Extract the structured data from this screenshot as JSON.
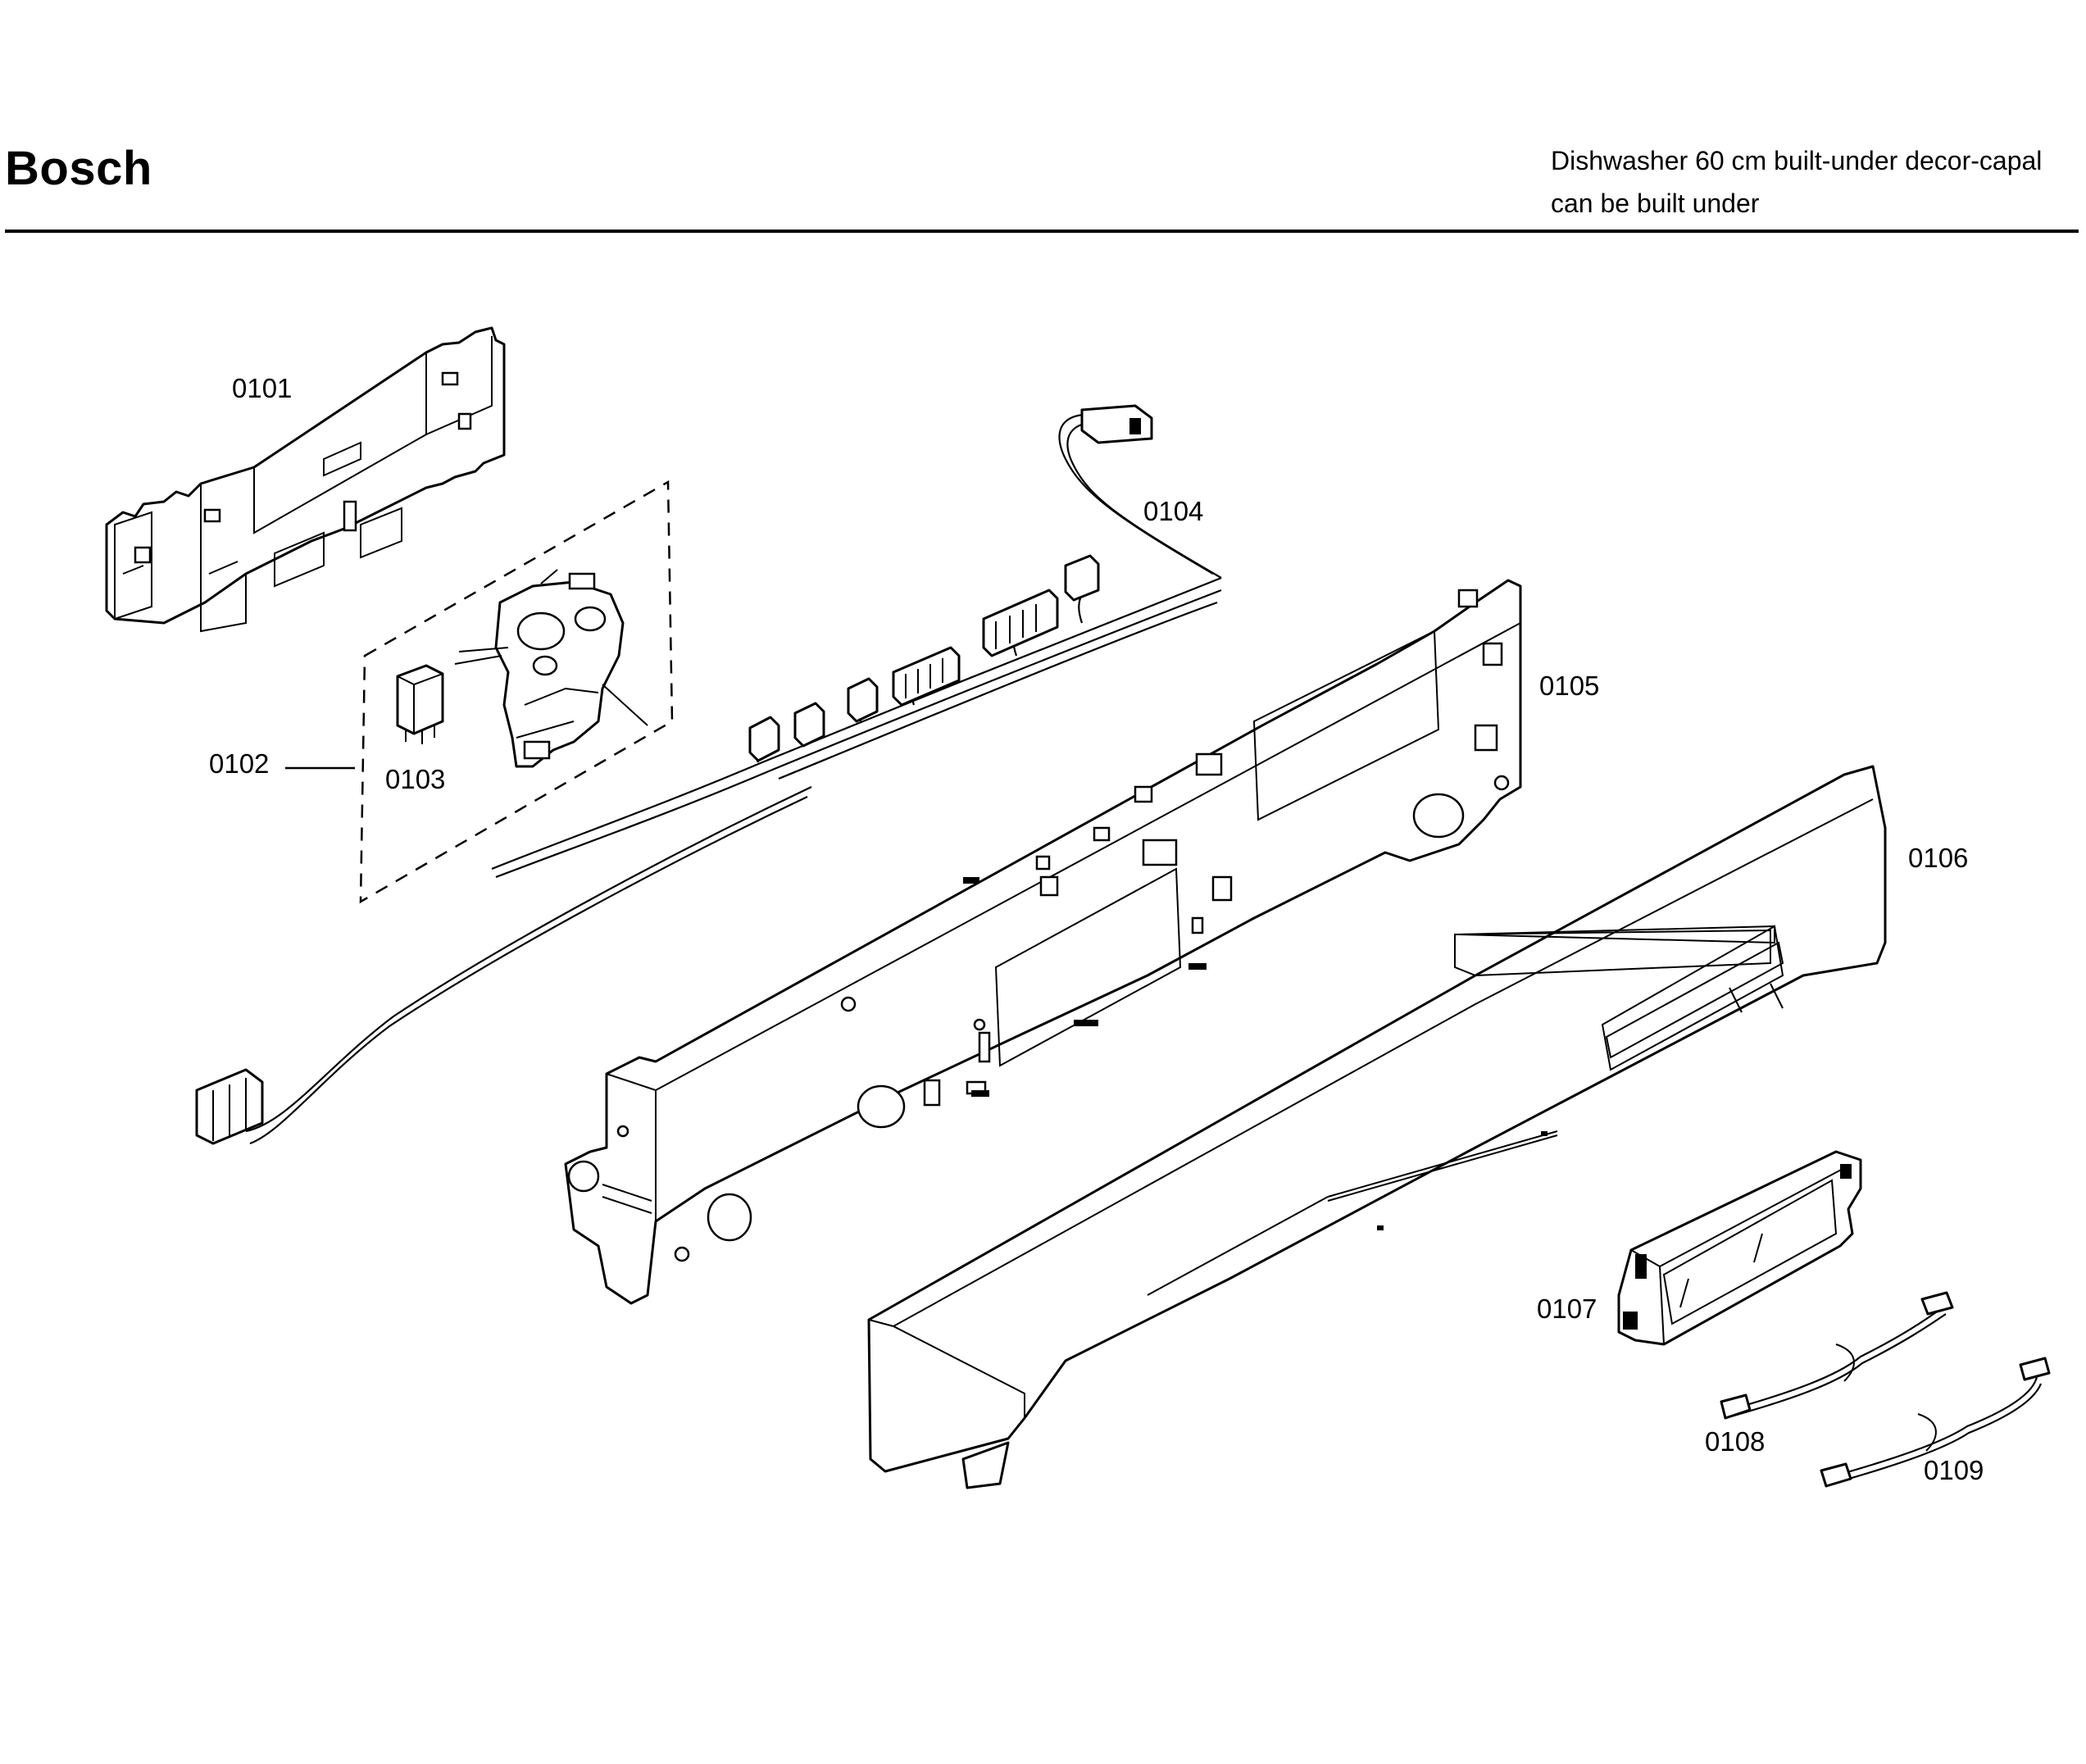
{
  "header": {
    "brand": "Bosch",
    "description_line1": "Dishwasher 60 cm built-under decor-capal",
    "description_line2": "can be built under"
  },
  "parts": [
    {
      "id": "0101",
      "label": "0101"
    },
    {
      "id": "0102",
      "label": "0102"
    },
    {
      "id": "0103",
      "label": "0103"
    },
    {
      "id": "0104",
      "label": "0104"
    },
    {
      "id": "0105",
      "label": "0105"
    },
    {
      "id": "0106",
      "label": "0106"
    },
    {
      "id": "0107",
      "label": "0107"
    },
    {
      "id": "0108",
      "label": "0108"
    },
    {
      "id": "0109",
      "label": "0109"
    }
  ]
}
